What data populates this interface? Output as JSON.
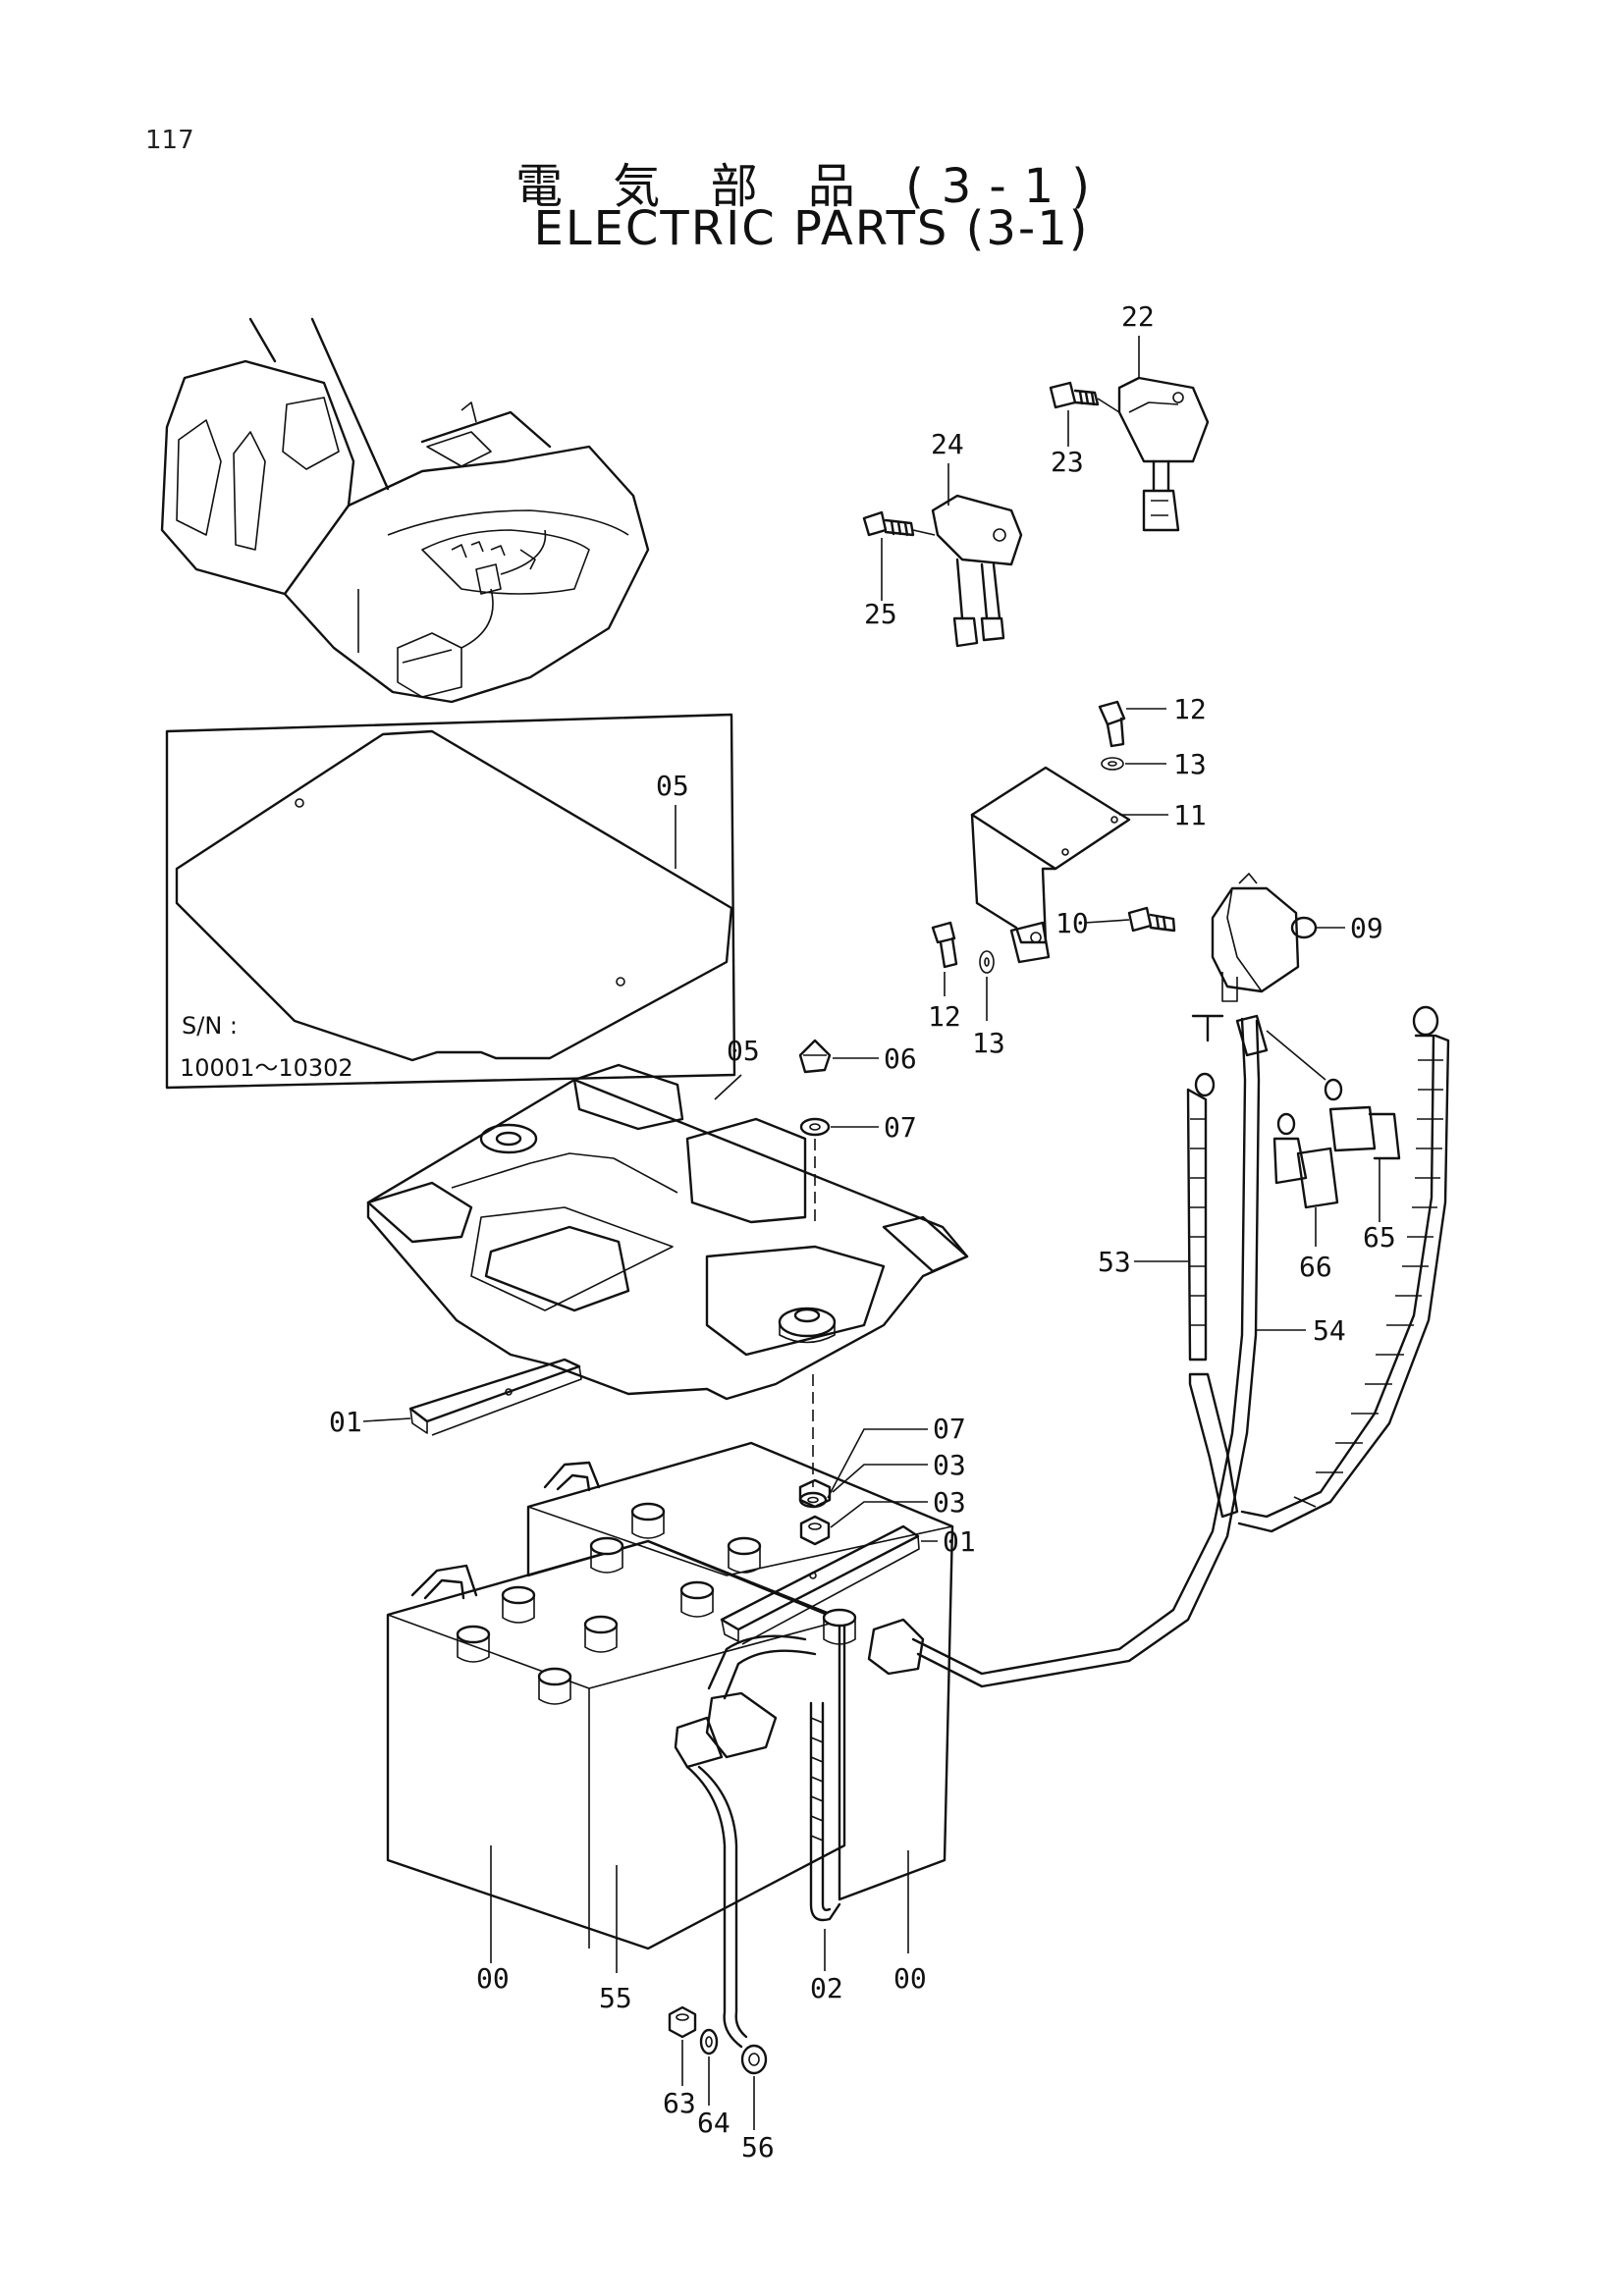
{
  "page_number": "117",
  "title_jp": "電 気 部 品 (3-1)",
  "title_en": "ELECTRIC PARTS (3-1)",
  "serial_note": {
    "label": "S/N :",
    "range": "10001～10302"
  },
  "callouts": [
    {
      "id": "c22",
      "text": "22"
    },
    {
      "id": "c23",
      "text": "23"
    },
    {
      "id": "c24",
      "text": "24"
    },
    {
      "id": "c25",
      "text": "25"
    },
    {
      "id": "c12a",
      "text": "12"
    },
    {
      "id": "c13a",
      "text": "13"
    },
    {
      "id": "c11",
      "text": "11"
    },
    {
      "id": "c10",
      "text": "10"
    },
    {
      "id": "c09",
      "text": "09"
    },
    {
      "id": "c12b",
      "text": "12"
    },
    {
      "id": "c13b",
      "text": "13"
    },
    {
      "id": "c05a",
      "text": "05"
    },
    {
      "id": "c05b",
      "text": "05"
    },
    {
      "id": "c06",
      "text": "06"
    },
    {
      "id": "c07a",
      "text": "07"
    },
    {
      "id": "c53",
      "text": "53"
    },
    {
      "id": "c66",
      "text": "66"
    },
    {
      "id": "c65",
      "text": "65"
    },
    {
      "id": "c54",
      "text": "54"
    },
    {
      "id": "c01a",
      "text": "01"
    },
    {
      "id": "c07b",
      "text": "07"
    },
    {
      "id": "c03a",
      "text": "03"
    },
    {
      "id": "c03b",
      "text": "03"
    },
    {
      "id": "c01b",
      "text": "01"
    },
    {
      "id": "c00a",
      "text": "00"
    },
    {
      "id": "c00b",
      "text": "00"
    },
    {
      "id": "c55",
      "text": "55"
    },
    {
      "id": "c02",
      "text": "02"
    },
    {
      "id": "c63",
      "text": "63"
    },
    {
      "id": "c64",
      "text": "64"
    },
    {
      "id": "c56",
      "text": "56"
    }
  ]
}
